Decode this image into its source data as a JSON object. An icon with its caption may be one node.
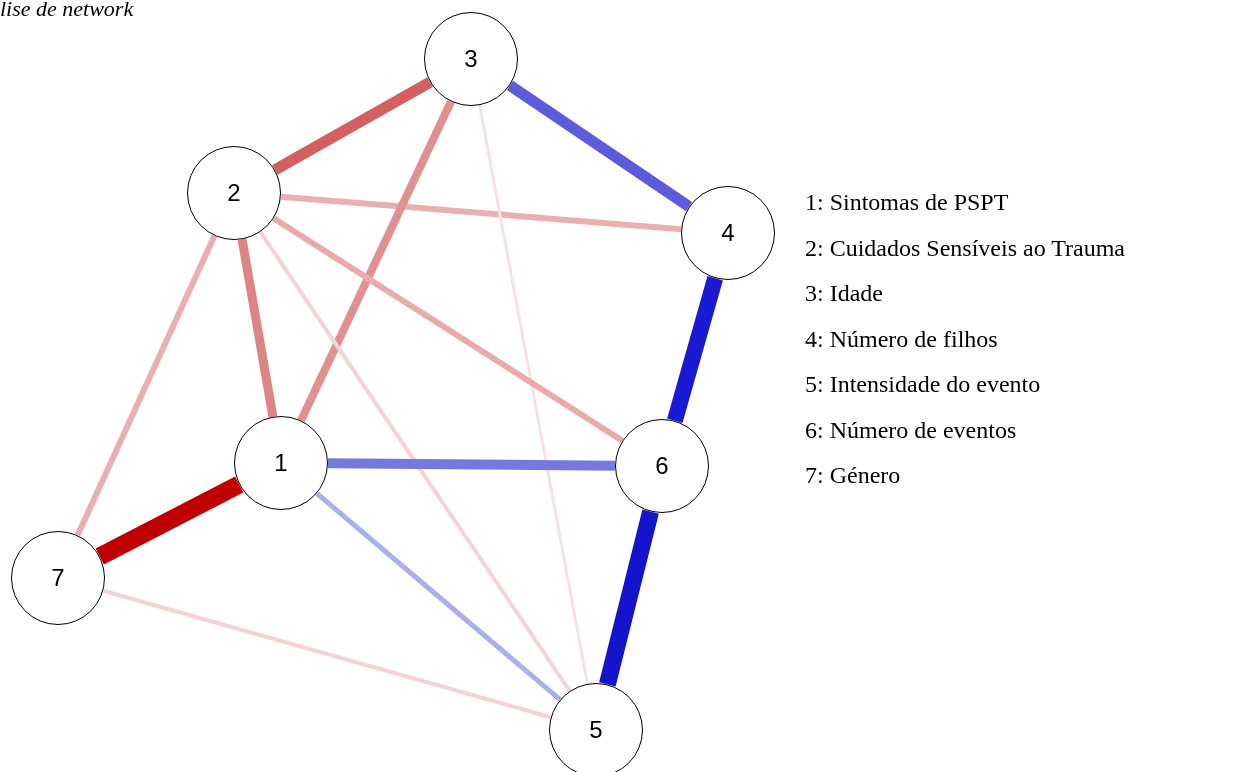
{
  "diagram": {
    "title": "lise de network",
    "nodes": [
      {
        "text": [
          "3"
        ]
      },
      {
        "text": [
          "2"
        ]
      },
      {
        "text": [
          "4"
        ]
      },
      {
        "text": [
          "1"
        ]
      },
      {
        "text": [
          "6"
        ]
      },
      {
        "text": [
          "7"
        ]
      },
      {
        "text": [
          "5"
        ]
      }
    ],
    "edges": [
      {
        "from": 1,
        "to": 0,
        "arrow": "none",
        "color": "#d35f5f"
      },
      {
        "from": 0,
        "to": 2,
        "arrow": "none",
        "color": "#5b5bdb"
      },
      {
        "from": 1,
        "to": 2,
        "arrow": "none",
        "color": "#e8b0b0"
      },
      {
        "from": 0,
        "to": 3,
        "arrow": "none",
        "color": "#e09090"
      },
      {
        "from": 0,
        "to": 6,
        "arrow": "none",
        "color": "#f6e2e2"
      },
      {
        "from": 1,
        "to": 3,
        "arrow": "none",
        "color": "#dd8585"
      },
      {
        "from": 1,
        "to": 5,
        "arrow": "none",
        "color": "#e8b0b0"
      },
      {
        "from": 1,
        "to": 6,
        "arrow": "none",
        "color": "#f3d4d4"
      },
      {
        "from": 1,
        "to": 4,
        "arrow": "none",
        "color": "#e8aaaa"
      },
      {
        "from": 2,
        "to": 4,
        "arrow": "none",
        "style": "thick",
        "color": "#1a1ad4"
      },
      {
        "from": 4,
        "to": 6,
        "arrow": "none",
        "style": "thick",
        "color": "#1414cc"
      },
      {
        "from": 3,
        "to": 4,
        "arrow": "none",
        "color": "#7777e0"
      },
      {
        "from": 3,
        "to": 5,
        "arrow": "none",
        "style": "thick",
        "color": "#c00000"
      },
      {
        "from": 3,
        "to": 6,
        "arrow": "none",
        "color": "#aab0ee"
      },
      {
        "from": 5,
        "to": 6,
        "arrow": "none",
        "color": "#f3d4d4"
      }
    ],
    "labels": [
      "1: Sintomas de PSPT",
      "2: Cuidados Sensíveis ao Trauma",
      "3: Idade",
      "4: Número de filhos",
      "5: Intensidade do evento",
      "6: Número de eventos",
      "7: Género"
    ]
  }
}
